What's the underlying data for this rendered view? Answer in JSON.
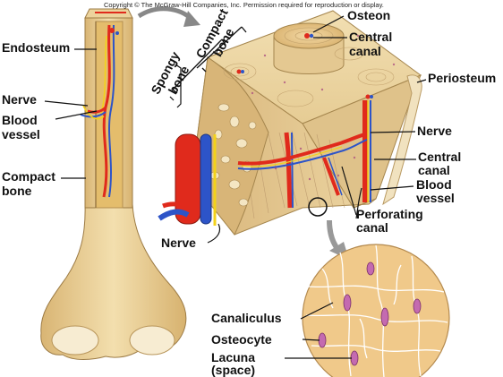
{
  "copyright": "Copyright © The McGraw-Hill Companies, Inc. Permission required for reproduction or display.",
  "labels": {
    "endosteum": "Endosteum",
    "nerve_left": "Nerve",
    "blood_vessel_left_1": "Blood",
    "blood_vessel_left_2": "vessel",
    "compact_bone_left_1": "Compact",
    "compact_bone_left_2": "bone",
    "spongy_bone_1": "Spongy",
    "spongy_bone_2": "bone",
    "compact_bone_top_1": "Compact",
    "compact_bone_top_2": "bone",
    "osteon": "Osteon",
    "central_canal_top_1": "Central",
    "central_canal_top_2": "canal",
    "periosteum": "Periosteum",
    "nerve_right": "Nerve",
    "central_canal_right_1": "Central",
    "central_canal_right_2": "canal",
    "blood_vessel_right_1": "Blood",
    "blood_vessel_right_2": "vessel",
    "perforating_canal_1": "Perforating",
    "perforating_canal_2": "canal",
    "nerve_bottom": "Nerve",
    "canaliculus": "Canaliculus",
    "osteocyte": "Osteocyte",
    "lacuna_1": "Lacuna",
    "lacuna_2": "(space)"
  },
  "colors": {
    "bone_light": "#f6e6c2",
    "bone_mid": "#e8cf98",
    "bone_dark": "#c9a867",
    "marrow": "#e0b86a",
    "artery": "#e02a1c",
    "vein": "#2d54c8",
    "nerve": "#f3d21a",
    "osteocyte": "#c46ab0"
  }
}
